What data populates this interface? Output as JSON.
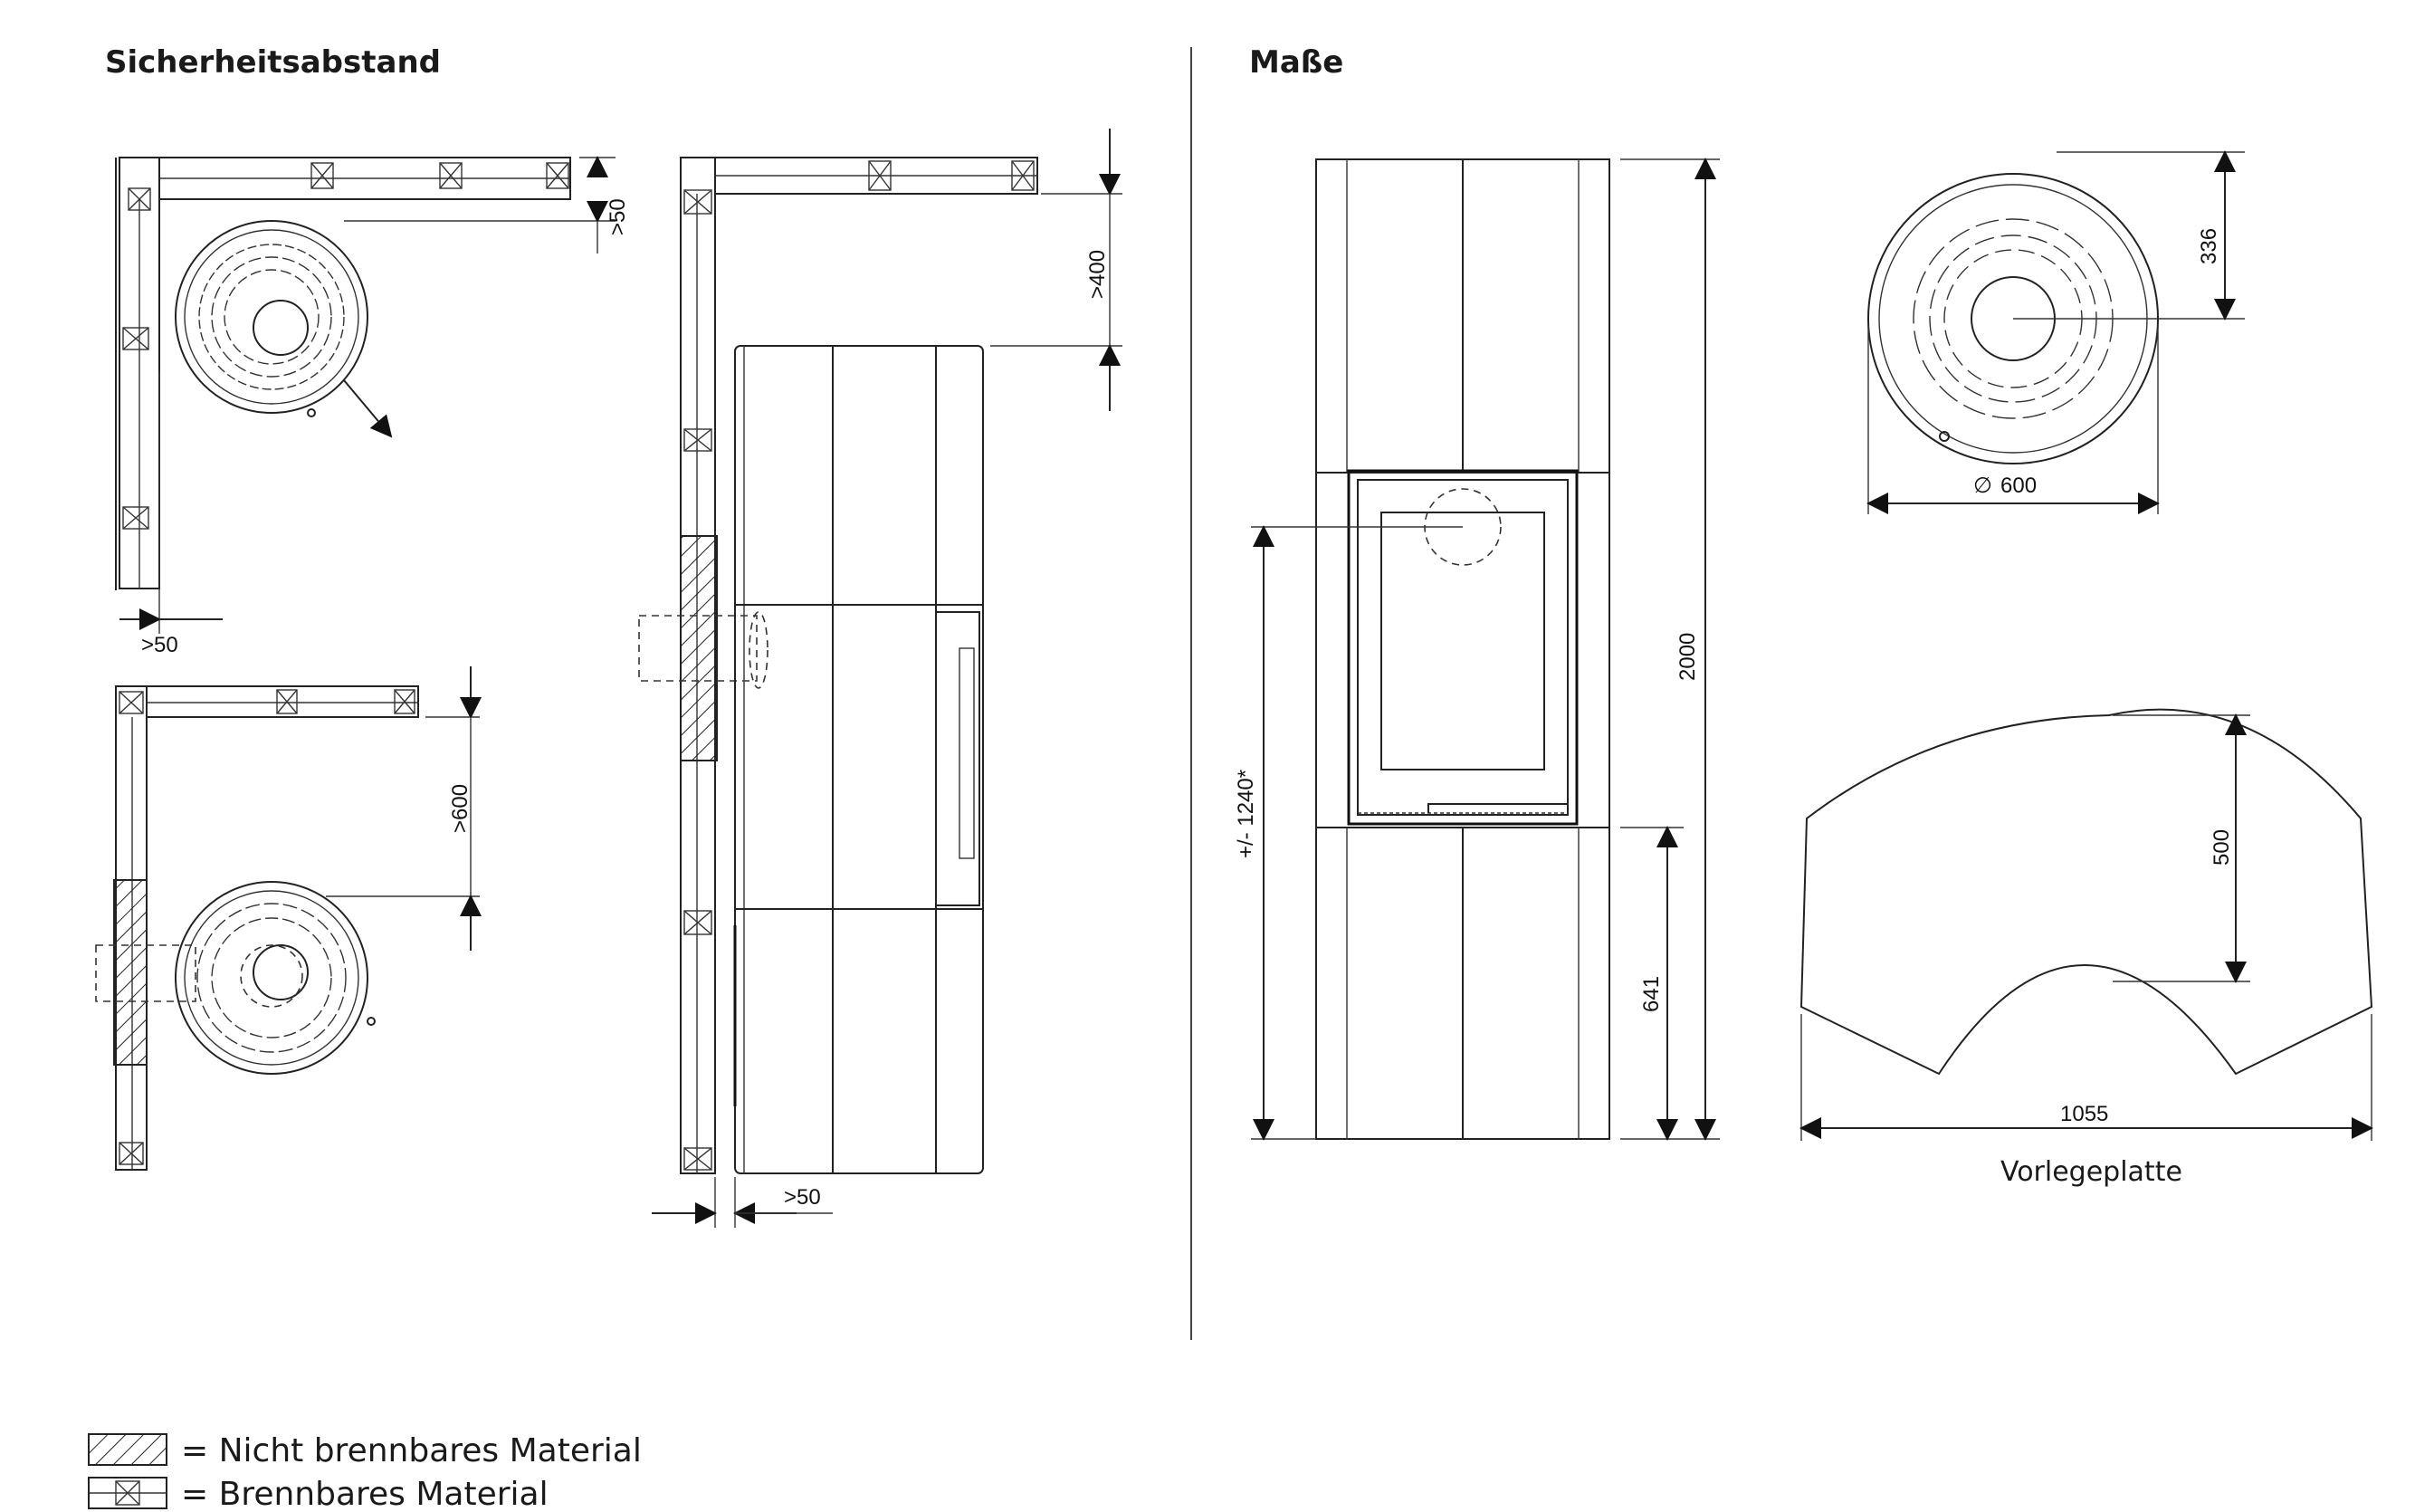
{
  "left_section": {
    "title": "Sicherheitsabstand"
  },
  "right_section": {
    "title": "Maße"
  },
  "clearances": {
    "top_view_1_side": ">50",
    "top_view_1_front": ">50",
    "side_view_top": ">400",
    "side_view_bottom": ">50",
    "top_view_2_front": ">600"
  },
  "dimensions": {
    "height_total": "2000",
    "connection_height": "+/- 1240*",
    "door_height": "641",
    "diameter_symbol": "∅",
    "diameter": "600",
    "depth_to_center": "336",
    "plate_depth": "500",
    "plate_width": "1055",
    "plate_caption": "Vorlegeplatte"
  },
  "legend": {
    "non_combustible": "= Nicht brennbares Material",
    "combustible": "= Brennbares Material"
  }
}
